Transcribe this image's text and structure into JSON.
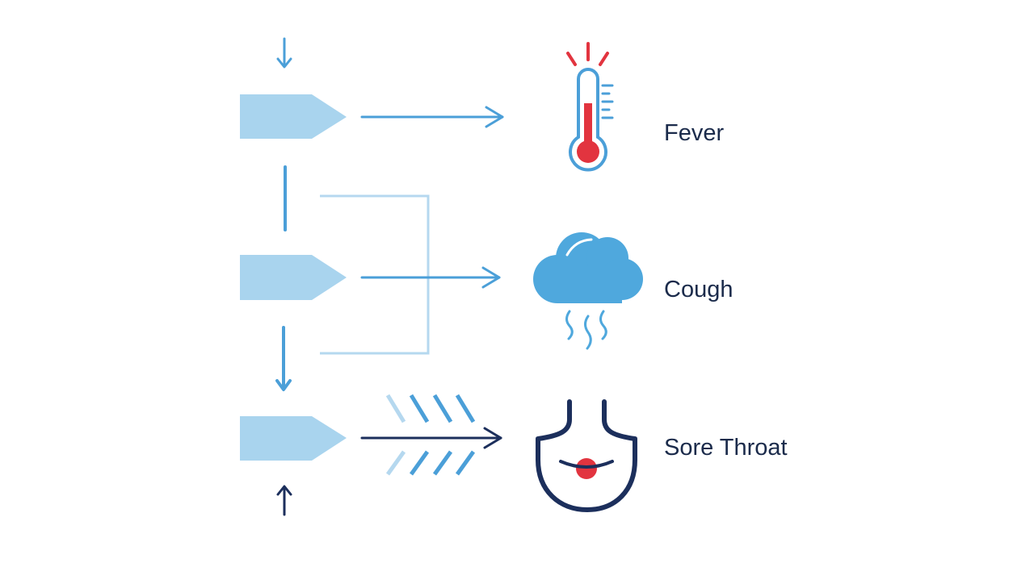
{
  "symptoms": [
    {
      "label": "Fever",
      "icon": "thermometer-icon"
    },
    {
      "label": "Cough",
      "icon": "cloud-icon"
    },
    {
      "label": "Sore Throat",
      "icon": "throat-icon"
    }
  ],
  "colors": {
    "background": "#ffffff",
    "pentagon_fill": "#a9d4ee",
    "arrow_blue": "#4b9fd8",
    "connector_light": "#b5d8ef",
    "arrow_navy": "#1c2f5c",
    "fever_red": "#e2343f",
    "cloud_blue": "#4fa8dd",
    "label_text": "#1b2b4b"
  }
}
